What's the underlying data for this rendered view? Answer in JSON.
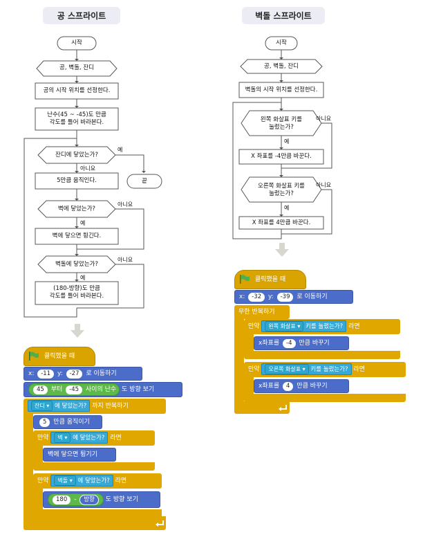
{
  "left": {
    "title": "공 스프라이트",
    "flow": {
      "start": "시작",
      "prep": "공, 벽돌, 잔디",
      "p1": "공의 시작 위치를 선정한다.",
      "p2a": "난수(45 ~ -45)도 만큼",
      "p2b": "각도를 틀어 바라본다.",
      "d1": "잔디에 닿았는가?",
      "d1_yes": "예",
      "d1_no": "아니요",
      "p3": "5만큼 움직인다.",
      "end": "끝",
      "d2": "벽에 닿았는가?",
      "d2_no": "아니요",
      "d2_yes": "예",
      "p4": "벽에 닿으면 튕긴다.",
      "d3": "벽돌에 닿았는가?",
      "d3_no": "아니요",
      "d3_yes": "예",
      "p5a": "(180-방향)도 만큼",
      "p5b": "각도를 틀어 바라본다."
    },
    "blocks": {
      "when_flag": "클릭했을 때",
      "goto_x": "x:",
      "x_val": "-11",
      "goto_y": "y:",
      "y_val": "-27",
      "goto_tail": "로 이동하기",
      "rand_a": "45",
      "rand_from": "부터",
      "rand_b": "-45",
      "rand_between": "사이의 난수",
      "point_tail": "도 방향 보기",
      "repeat_target": "잔디",
      "touch_q": "에 닿았는가?",
      "repeat_tail": "까지 반복하기",
      "move_val": "5",
      "move_tail": "만큼 움직이기",
      "if": "만약",
      "if1_target": "벽",
      "then": "라면",
      "bounce": "벽에 닿으면 튕기기",
      "if2_target": "벽돌",
      "op_a": "180",
      "op_minus": "-",
      "op_dir": "방향",
      "point2_tail": "도 방향 보기"
    }
  },
  "right": {
    "title": "벽돌 스프라이트",
    "flow": {
      "start": "시작",
      "prep": "공, 벽돌, 잔디",
      "p1": "벽돌의 시작 위치를 선정한다.",
      "d1a": "왼쪽 화살표 키를",
      "d1b": "눌렀는가?",
      "d1_no": "아니요",
      "d1_yes": "예",
      "p2": "X 좌표를 -4만큼 바꾼다.",
      "d2a": "오른쪽 화살표 키를",
      "d2b": "눌렀는가?",
      "d2_no": "아니요",
      "d2_yes": "예",
      "p3": "X 좌표를 4만큼 바꾼다."
    },
    "blocks": {
      "when_flag": "클릭했을 때",
      "goto_x": "x:",
      "x_val": "-32",
      "goto_y": "y:",
      "y_val": "-39",
      "goto_tail": "로 이동하기",
      "forever": "무한 반복하기",
      "if": "만약",
      "key1": "왼쪽 화살표",
      "key_q": "키를 눌렀는가?",
      "then": "라면",
      "change_label": "x좌표를",
      "change1_val": "-4",
      "change_tail": "만큼 바꾸기",
      "key2": "오른쪽 화살표",
      "change2_val": "4"
    }
  }
}
